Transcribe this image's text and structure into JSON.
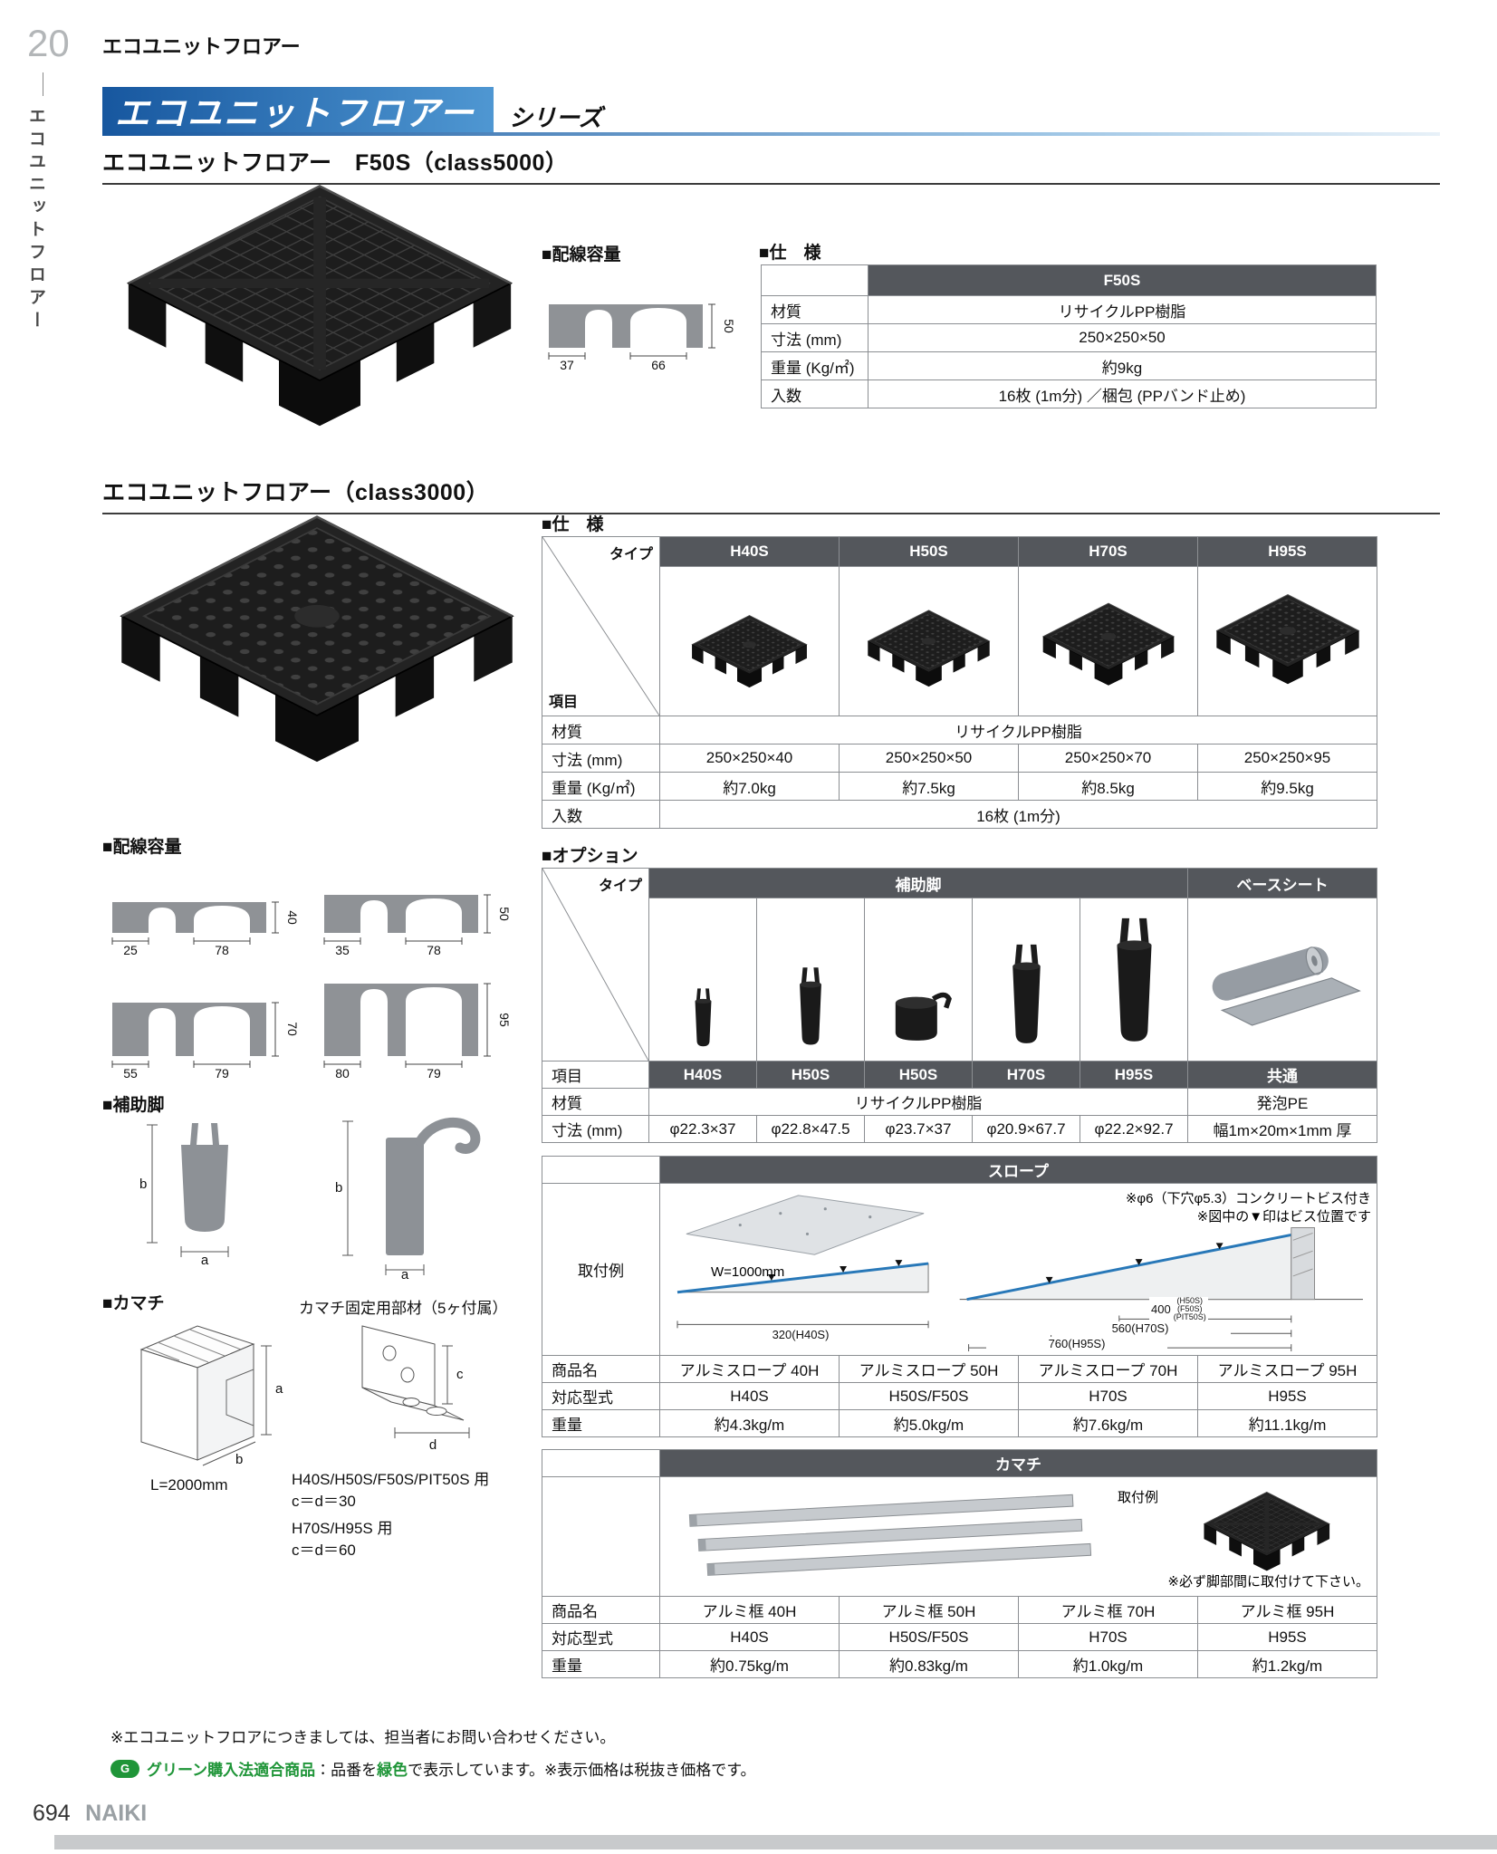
{
  "page": {
    "corner_number": "20",
    "corner_title": "エコユニットフロアー",
    "side_text": "エコユニットフロアー",
    "banner_title": "エコユニットフロアー",
    "banner_suffix": "シリーズ",
    "footer_note": "※エコユニットフロアにつきましては、担当者にお問い合わせください。",
    "green_icon": "G",
    "green_label": "グリーン購入法適合商品",
    "green_mid": "：品番を",
    "green_word": "緑色",
    "green_rest": "で表示しています。※表示価格は税抜き価格です。",
    "page_number": "694",
    "brand": "NAIKI",
    "accent_blue": "#17579f",
    "header_gray": "#54575c",
    "green": "#1f9538",
    "slope_blue": "#2878b8"
  },
  "f50s": {
    "section_title": "エコユニットフロアー　F50S（class5000）",
    "wiring_label": "■配線容量",
    "spec_label": "■仕　様",
    "wiring": {
      "d1": "37",
      "d2": "66",
      "h": "50"
    },
    "table": {
      "header": "F50S",
      "rows": [
        {
          "label": "材質",
          "value": "リサイクルPP樹脂"
        },
        {
          "label": "寸法 (mm)",
          "value": "250×250×50"
        },
        {
          "label": "重量 (Kg/㎡)",
          "value": "約9kg"
        },
        {
          "label": "入数",
          "value": "16枚 (1m分) ／梱包 (PPバンド止め)"
        }
      ]
    }
  },
  "c3000": {
    "section_title": "エコユニットフロアー（class3000）",
    "spec_label": "■仕　様",
    "type_label": "タイプ",
    "item_label": "項目",
    "types": [
      "H40S",
      "H50S",
      "H70S",
      "H95S"
    ],
    "material_label": "材質",
    "material_value": "リサイクルPP樹脂",
    "size_label": "寸法 (mm)",
    "sizes": [
      "250×250×40",
      "250×250×50",
      "250×250×70",
      "250×250×95"
    ],
    "weight_label": "重量 (Kg/㎡)",
    "weights": [
      "約7.0kg",
      "約7.5kg",
      "約8.5kg",
      "約9.5kg"
    ],
    "qty_label": "入数",
    "qty_value": "16枚 (1m分)"
  },
  "wiring2": {
    "label": "■配線容量",
    "diagrams": [
      {
        "d1": "25",
        "d2": "78",
        "h": "40"
      },
      {
        "d1": "35",
        "d2": "78",
        "h": "50"
      },
      {
        "d1": "55",
        "d2": "79",
        "h": "70"
      },
      {
        "d1": "80",
        "d2": "79",
        "h": "95"
      }
    ]
  },
  "options": {
    "label": "■オプション",
    "type_label": "タイプ",
    "item_label": "項目",
    "group1": "補助脚",
    "group2": "ベースシート",
    "cols": [
      "H40S",
      "H50S",
      "H50S",
      "H70S",
      "H95S",
      "共通"
    ],
    "material_label": "材質",
    "material1": "リサイクルPP樹脂",
    "material2": "発泡PE",
    "size_label": "寸法 (mm)",
    "sizes": [
      "φ22.3×37",
      "φ22.8×47.5",
      "φ23.7×37",
      "φ20.9×67.7",
      "φ22.2×92.7",
      "幅1m×20m×1mm 厚"
    ]
  },
  "legs": {
    "label": "■補助脚",
    "a": "a",
    "b": "b"
  },
  "kamachi": {
    "label": "■カマチ",
    "length": "L=2000mm",
    "a": "a",
    "b": "b",
    "c": "c",
    "d": "d",
    "caption": "カマチ固定用部材（5ヶ付属）",
    "note1a": "H40S/H50S/F50S/PIT50S 用",
    "note1b": "c＝d＝30",
    "note2a": "H70S/H95S 用",
    "note2b": "c＝d＝60"
  },
  "slope": {
    "header": "スロープ",
    "install_label": "取付例",
    "note1": "※φ6（下穴φ5.3）コンクリートビス付き",
    "note2": "※図中の▼印はビス位置です",
    "w_label": "W=1000mm",
    "dim320": "320(H40S)",
    "dim400": "400",
    "dim400_list": [
      "(H50S)",
      "(F50S)",
      "(PIT50S)"
    ],
    "dim560": "560(H70S)",
    "dim760": "760(H95S)",
    "rows": [
      {
        "label": "商品名",
        "values": [
          "アルミスロープ 40H",
          "アルミスロープ 50H",
          "アルミスロープ 70H",
          "アルミスロープ 95H"
        ]
      },
      {
        "label": "対応型式",
        "values": [
          "H40S",
          "H50S/F50S",
          "H70S",
          "H95S"
        ]
      },
      {
        "label": "重量",
        "values": [
          "約4.3kg/m",
          "約5.0kg/m",
          "約7.6kg/m",
          "約11.1kg/m"
        ]
      }
    ]
  },
  "ktable": {
    "header": "カマチ",
    "install_label": "取付例",
    "note": "※必ず脚部間に取付けて下さい。",
    "rows": [
      {
        "label": "商品名",
        "values": [
          "アルミ框 40H",
          "アルミ框 50H",
          "アルミ框 70H",
          "アルミ框 95H"
        ]
      },
      {
        "label": "対応型式",
        "values": [
          "H40S",
          "H50S/F50S",
          "H70S",
          "H95S"
        ]
      },
      {
        "label": "重量",
        "values": [
          "約0.75kg/m",
          "約0.83kg/m",
          "約1.0kg/m",
          "約1.2kg/m"
        ]
      }
    ]
  }
}
